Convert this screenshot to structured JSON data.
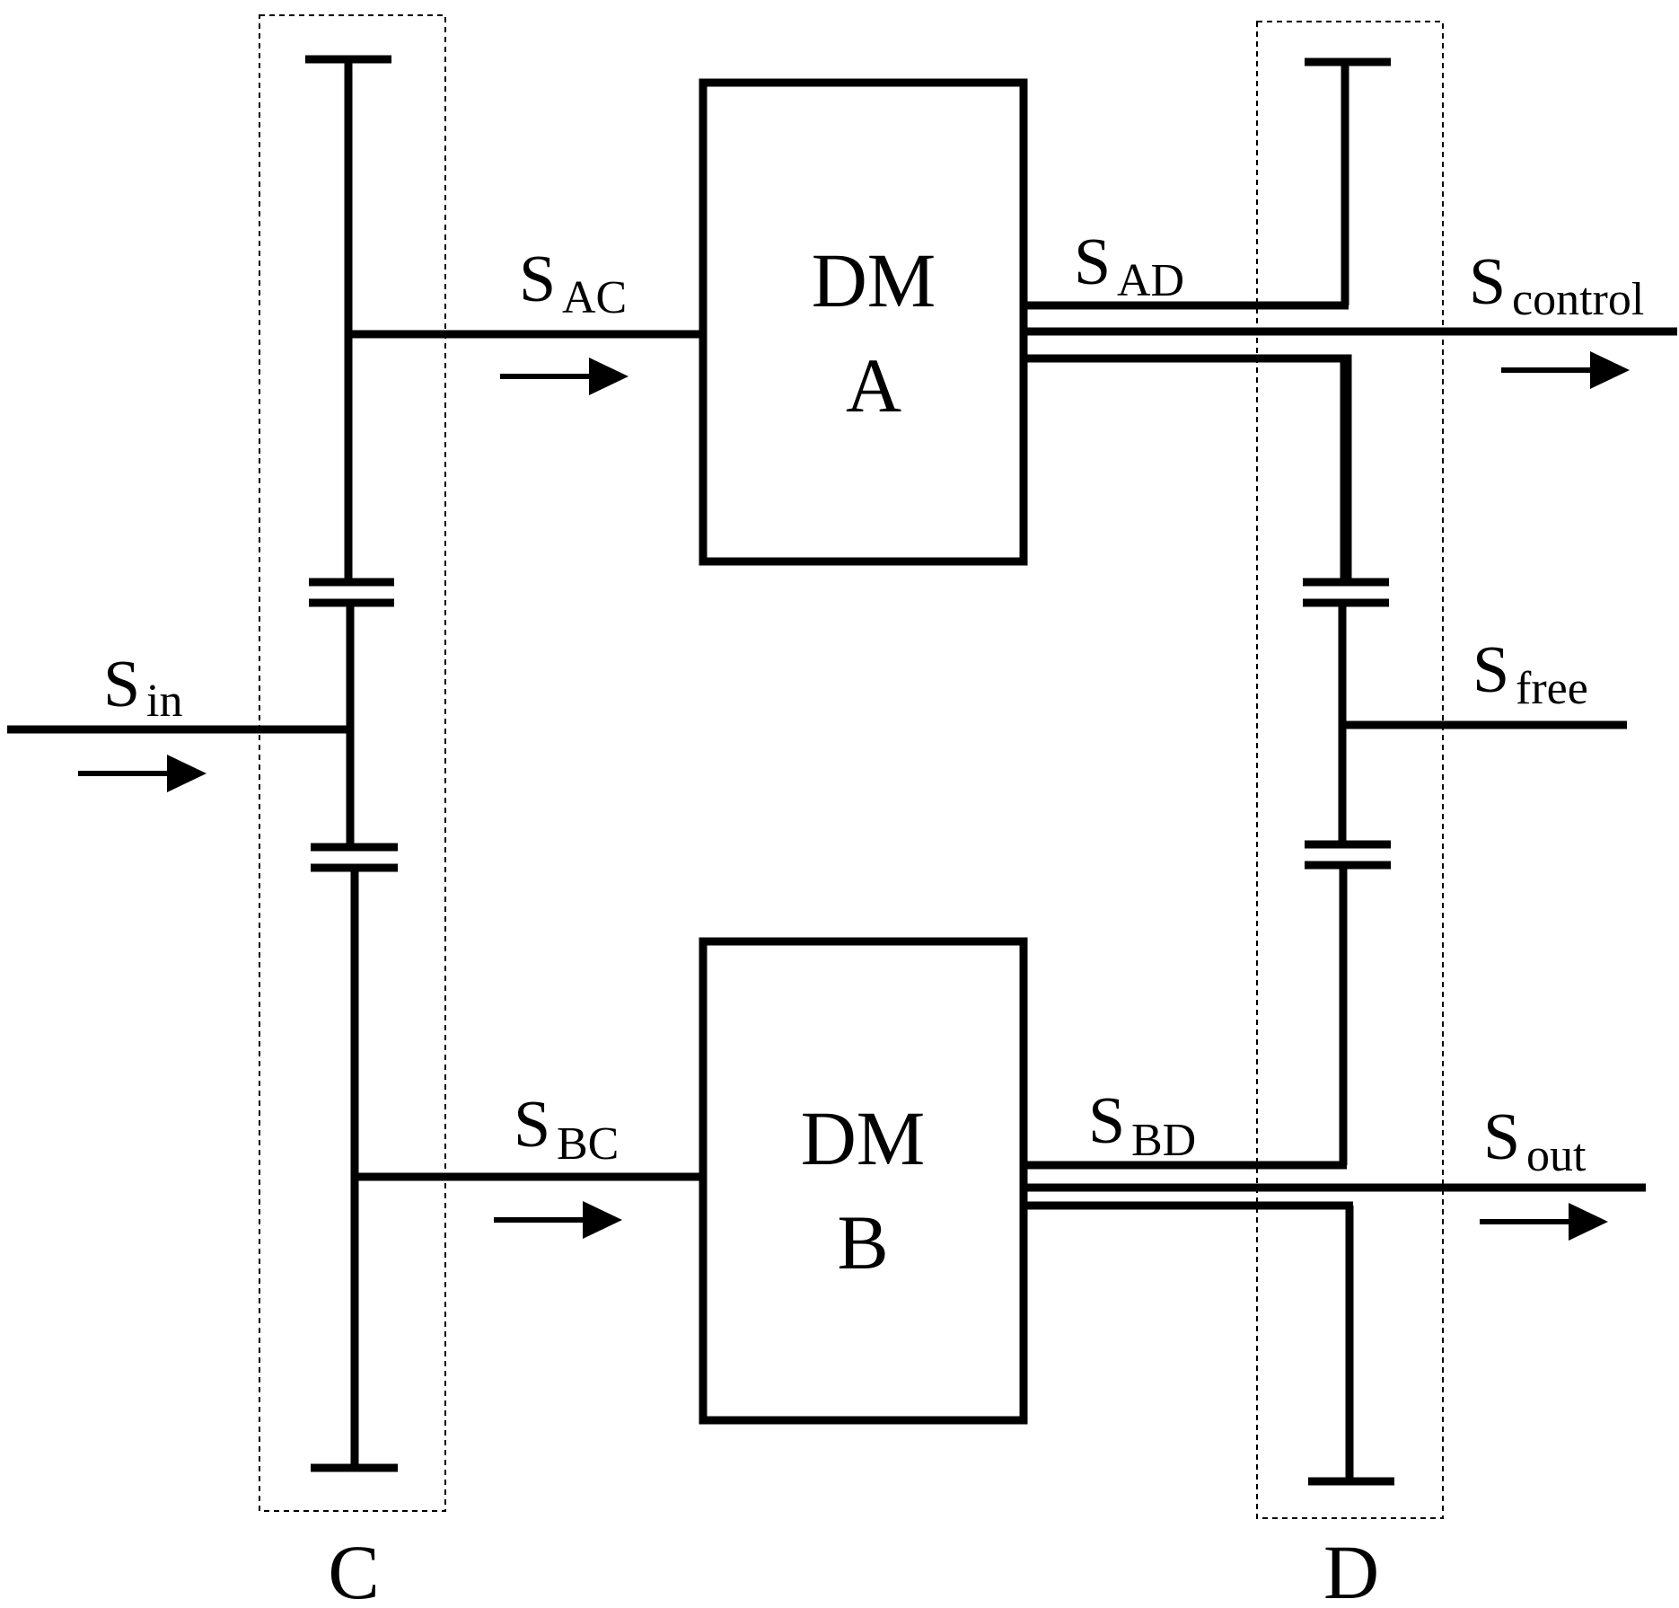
{
  "colors": {
    "line": "#000000",
    "background": "#ffffff"
  },
  "blocks": {
    "a": {
      "line1": "DM",
      "line2": "A"
    },
    "b": {
      "line1": "DM",
      "line2": "B"
    }
  },
  "groups": {
    "c": "C",
    "d": "D"
  },
  "signals": {
    "in": {
      "main": "S",
      "sub": "in"
    },
    "ac": {
      "main": "S",
      "sub": "AC"
    },
    "bc": {
      "main": "S",
      "sub": "BC"
    },
    "ad": {
      "main": "S",
      "sub": "AD"
    },
    "bd": {
      "main": "S",
      "sub": "BD"
    },
    "control": {
      "main": "S",
      "sub": "control"
    },
    "free": {
      "main": "S",
      "sub": "free"
    },
    "out": {
      "main": "S",
      "sub": "out"
    }
  }
}
